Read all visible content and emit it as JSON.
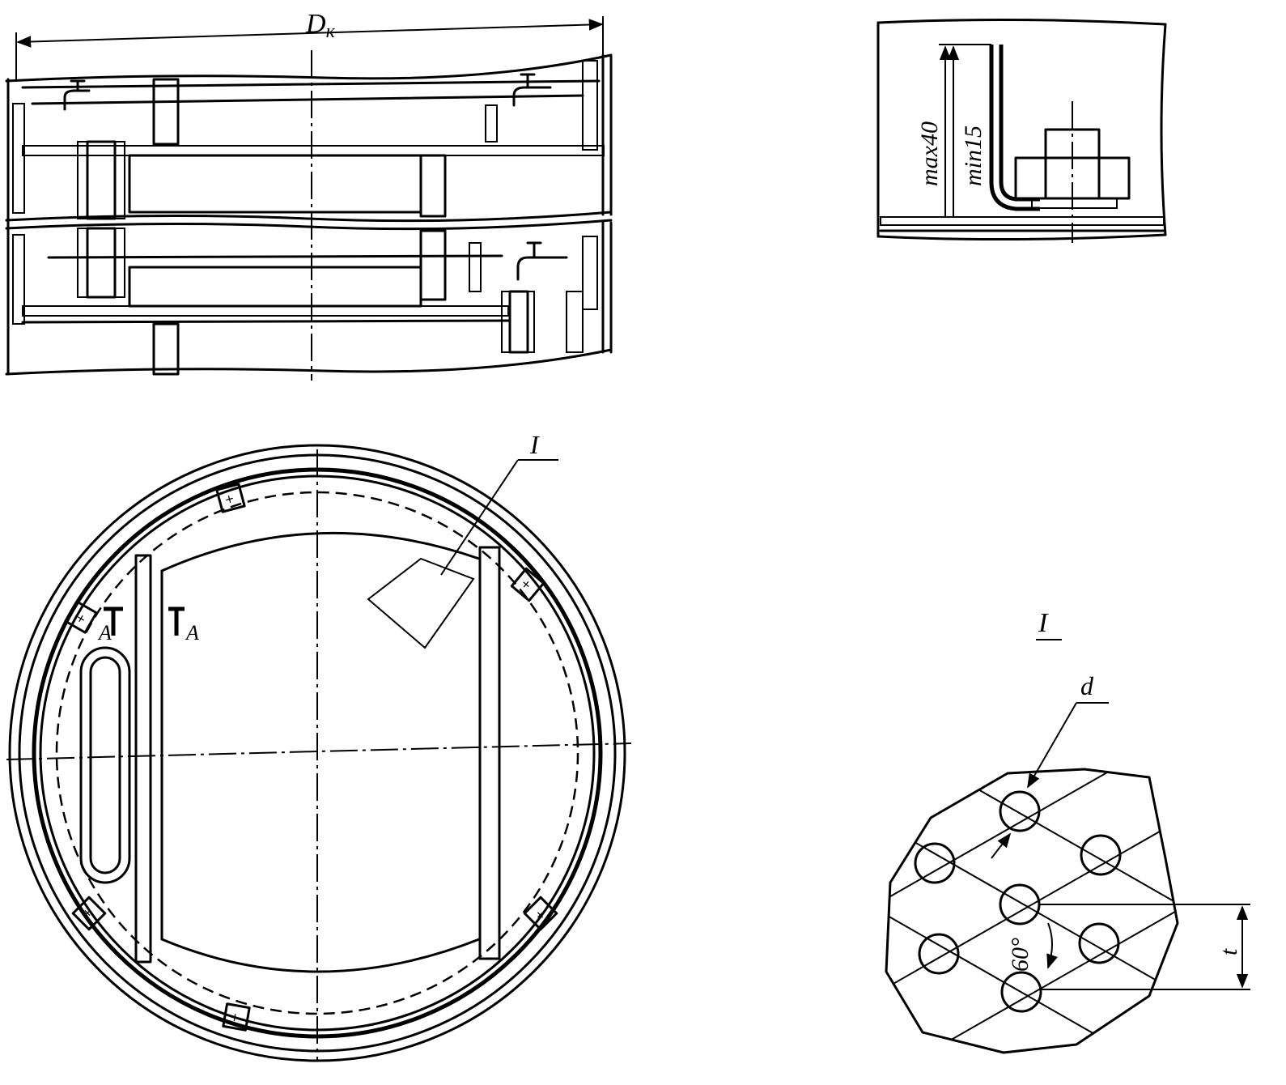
{
  "labels": {
    "diameter": "D",
    "diameter_sub": "к",
    "section_a_left": "A",
    "section_a_right": "A",
    "detail_callout": "I",
    "detail_title": "I",
    "dim_max": "max40",
    "dim_min": "min15",
    "hole_diameter": "d",
    "angle": "60°",
    "pitch": "t"
  },
  "colors": {
    "ink": "#000000",
    "paper": "#ffffff"
  }
}
